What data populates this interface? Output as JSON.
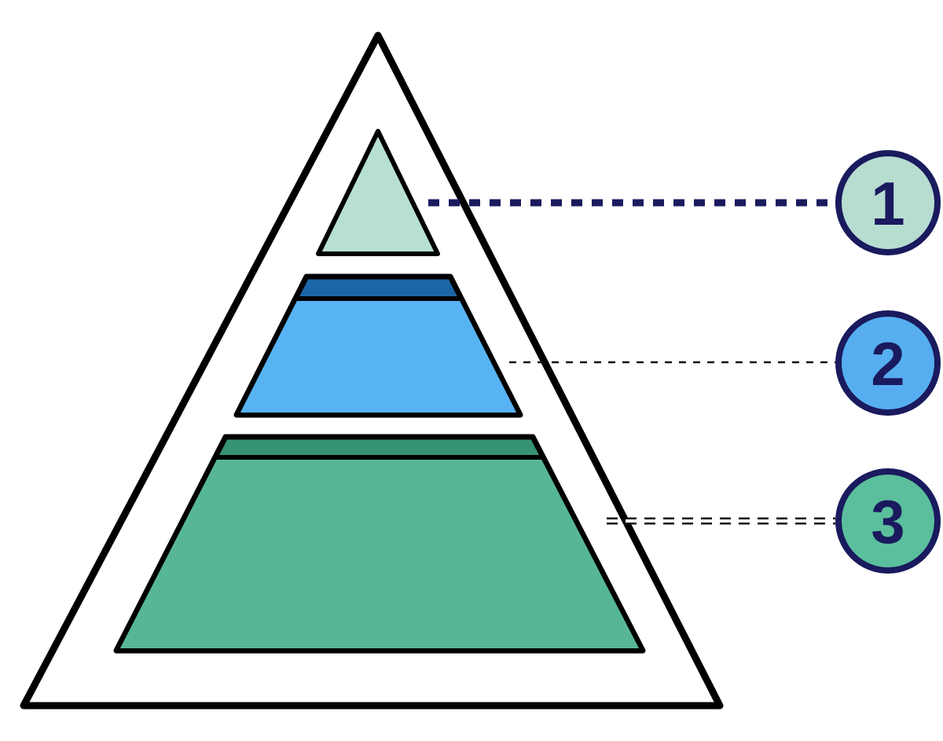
{
  "colors": {
    "background": "#ffffff",
    "outline": "#000000",
    "navy": "#1a1a5e"
  },
  "pyramid": {
    "levels": [
      {
        "id": "1",
        "shape": "triangle",
        "fill": "#b7e0d2"
      },
      {
        "id": "2",
        "shape": "trapezoid",
        "fill": "#57b3f2",
        "band_fill": "#1c66a7"
      },
      {
        "id": "3",
        "shape": "trapezoid",
        "fill": "#57b795",
        "band_fill": "#359474"
      }
    ]
  },
  "markers": [
    {
      "label": "1",
      "fill": "#b7ddd1",
      "border": "#1a1a5e",
      "text_color": "#1a1a5e"
    },
    {
      "label": "2",
      "fill": "#56aef0",
      "border": "#1a1a5e",
      "text_color": "#1a1a5e"
    },
    {
      "label": "3",
      "fill": "#5bbf9d",
      "border": "#1a1a5e",
      "text_color": "#1a1a5e"
    }
  ],
  "connectors": [
    {
      "target": "1",
      "style": "dashed-thick",
      "color": "#1a1a5e"
    },
    {
      "target": "2",
      "style": "dotted-thin",
      "color": "#111111"
    },
    {
      "target": "3",
      "style": "dashed-outlined",
      "color": "#111111",
      "inner_color": "#ffffff"
    }
  ]
}
